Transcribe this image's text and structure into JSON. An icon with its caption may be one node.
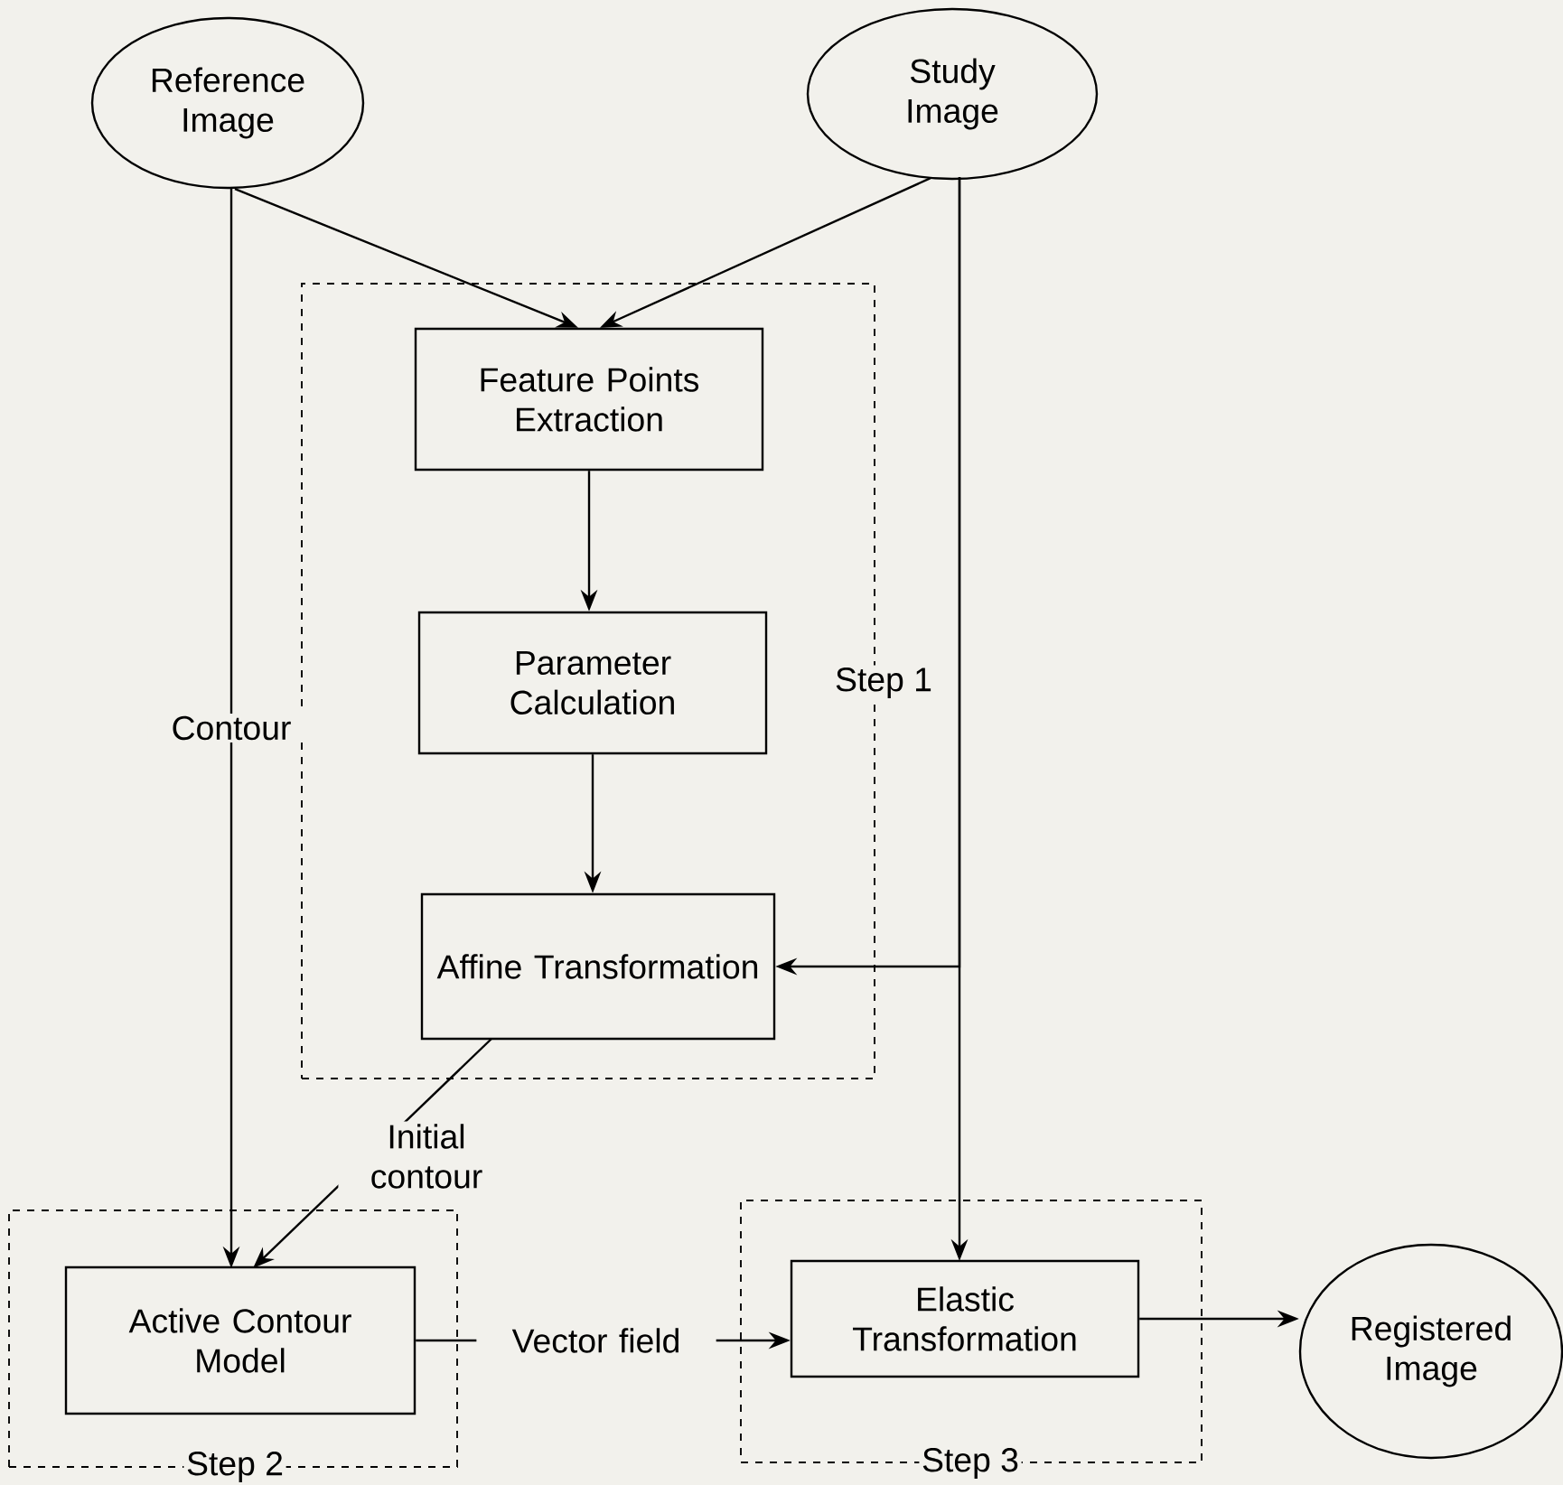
{
  "diagram": {
    "nodes": [
      {
        "text": [
          "Reference Image"
        ]
      },
      {
        "text": [
          "Study Image"
        ]
      },
      {
        "text": [
          "Step 1"
        ]
      },
      {
        "text": [
          "Feature Points Extraction"
        ],
        "in": 2
      },
      {
        "text": [
          "Parameter Calculation"
        ],
        "in": 2
      },
      {
        "text": [
          "Affine Transformation"
        ],
        "in": 2
      },
      {
        "text": [
          "Step 2"
        ]
      },
      {
        "text": [
          "Active Contour Model"
        ],
        "in": 6
      },
      {
        "text": [
          "Step 3"
        ]
      },
      {
        "text": [
          "Elastic Transformation"
        ],
        "in": 8
      },
      {
        "text": [
          "Registered Image"
        ]
      }
    ],
    "edges": [
      {
        "from": 0,
        "to": 3,
        "arrow": "to"
      },
      {
        "from": 1,
        "to": 3,
        "arrow": "to"
      },
      {
        "from": 3,
        "to": 4,
        "arrow": "to"
      },
      {
        "from": 4,
        "to": 5,
        "arrow": "to"
      },
      {
        "from": 0,
        "to": 7,
        "arrow": "to",
        "label": "Contour"
      },
      {
        "from": 1,
        "to": 5,
        "arrow": "to"
      },
      {
        "from": 1,
        "to": 9,
        "arrow": "to"
      },
      {
        "from": 5,
        "to": 7,
        "arrow": "to",
        "label": "Initial contour"
      },
      {
        "from": 7,
        "to": 9,
        "arrow": "to",
        "label": "Vector field"
      },
      {
        "from": 9,
        "to": 10,
        "arrow": "to"
      }
    ]
  }
}
